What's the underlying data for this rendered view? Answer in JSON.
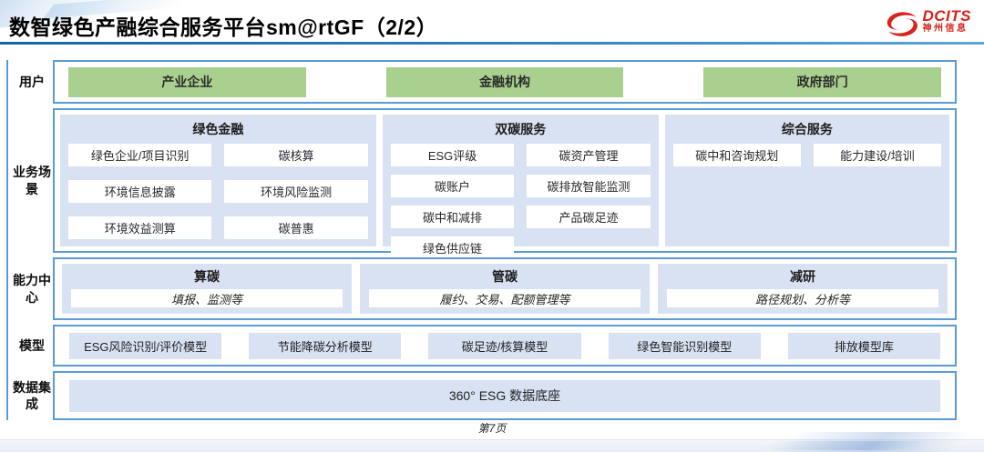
{
  "header": {
    "title": "数智绿色产融综合服务平台sm@rtGF（2/2）",
    "logo": {
      "brand": "DCITS",
      "brand_cn": "神州信息"
    }
  },
  "rows": {
    "users": {
      "label": "用户",
      "items": [
        "产业企业",
        "金融机构",
        "政府部门"
      ]
    },
    "scenarios": {
      "label": "业务场景",
      "columns": [
        {
          "title": "绿色金融",
          "items": [
            "绿色企业/项目识别",
            "碳核算",
            "环境信息披露",
            "环境风险监测",
            "环境效益测算",
            "碳普惠"
          ]
        },
        {
          "title": "双碳服务",
          "items": [
            "ESG评级",
            "碳资产管理",
            "碳账户",
            "碳排放智能监测",
            "碳中和减排",
            "产品碳足迹",
            "绿色供应链"
          ]
        },
        {
          "title": "综合服务",
          "items": [
            "碳中和咨询规划",
            "能力建设/培训"
          ]
        }
      ]
    },
    "capabilities": {
      "label": "能力中心",
      "items": [
        {
          "title": "算碳",
          "desc": "填报、监测等"
        },
        {
          "title": "管碳",
          "desc": "履约、交易、配额管理等"
        },
        {
          "title": "减研",
          "desc": "路径规划、分析等"
        }
      ]
    },
    "models": {
      "label": "模型",
      "items": [
        "ESG风险识别/评价模型",
        "节能降碳分析模型",
        "碳足迹/核算模型",
        "绿色智能识别模型",
        "排放模型库"
      ]
    },
    "data_integration": {
      "label": "数据集成",
      "items": [
        "360° ESG 数据底座"
      ]
    }
  },
  "footer": {
    "page_label": "第7页"
  },
  "colors": {
    "accent_blue": "#5B9BD5",
    "panel_lavender": "#D9E2F3",
    "user_green": "#A9D08E",
    "brand_red": "#D6231C"
  }
}
